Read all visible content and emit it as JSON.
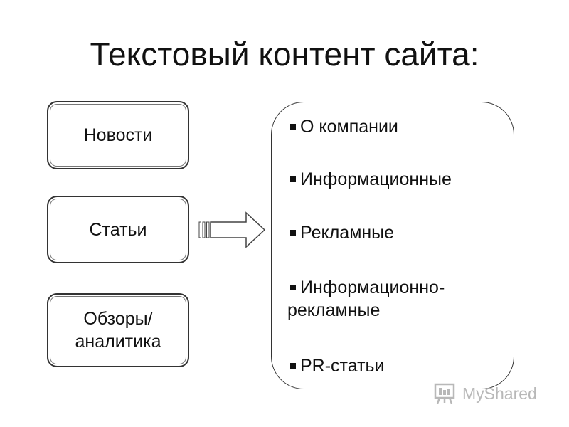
{
  "title": "Текстовый контент сайта:",
  "categories": [
    {
      "label": "Новости"
    },
    {
      "label": "Статьи"
    },
    {
      "label": "Обзоры/\nаналитика"
    }
  ],
  "types": [
    "О компании",
    "Информационные",
    "Рекламные",
    {
      "line1": "Информационно-",
      "line2": "рекламные"
    },
    "PR-статьи"
  ],
  "watermark": "MyShared",
  "colors": {
    "text": "#111111",
    "border": "#333333",
    "watermark": "#b8b8b8",
    "background": "#ffffff"
  },
  "icons": [
    "arrow-right-icon",
    "bullet-square-icon",
    "presentation-logo-icon"
  ]
}
